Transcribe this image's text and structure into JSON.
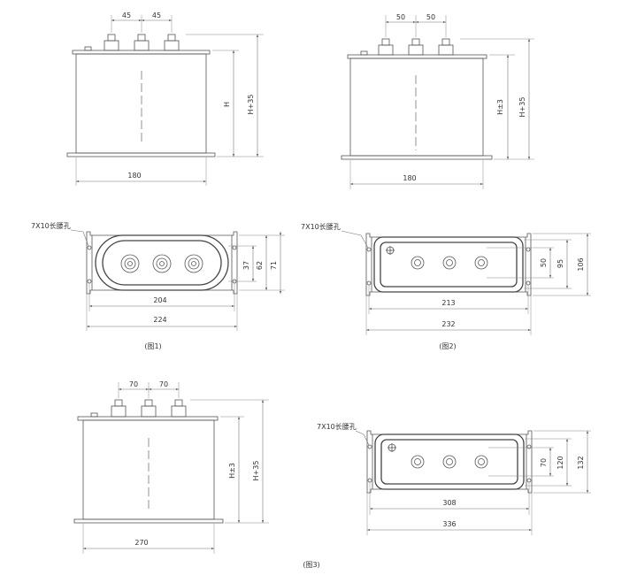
{
  "fig1": {
    "top_left": "45",
    "top_right": "45",
    "height": "H",
    "height_total": "H+35",
    "width": "180",
    "slot_label": "7X10长腰孔",
    "side_inner": "37",
    "side_mid": "62",
    "side_outer": "71",
    "base_inner": "204",
    "base_outer": "224",
    "caption": "(图1)"
  },
  "fig2": {
    "top_left": "50",
    "top_right": "50",
    "height": "H±3",
    "height_total": "H+35",
    "width": "180",
    "slot_label": "7X10长腰孔",
    "side_inner": "50",
    "side_mid": "95",
    "side_outer": "106",
    "base_inner": "213",
    "base_outer": "232",
    "caption": "(图2)"
  },
  "fig3": {
    "top_left": "70",
    "top_right": "70",
    "height": "H±3",
    "height_total": "H+35",
    "width": "270",
    "slot_label": "7X10长腰孔",
    "side_inner": "70",
    "side_mid": "120",
    "side_outer": "132",
    "base_inner": "308",
    "base_outer": "336",
    "caption": "(图3)"
  }
}
